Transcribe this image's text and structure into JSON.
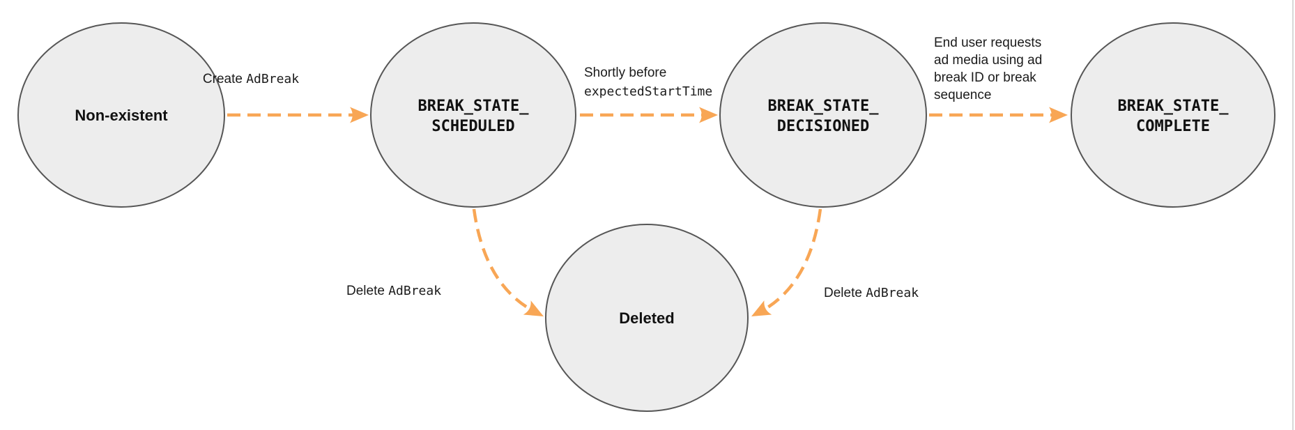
{
  "diagram": {
    "states": {
      "non_existent": {
        "label": "Non-existent"
      },
      "scheduled": {
        "line1": "BREAK_STATE_",
        "line2": "SCHEDULED"
      },
      "decisioned": {
        "line1": "BREAK_STATE_",
        "line2": "DECISIONED"
      },
      "complete": {
        "line1": "BREAK_STATE_",
        "line2": "COMPLETE"
      },
      "deleted": {
        "label": "Deleted"
      }
    },
    "transitions": {
      "create": {
        "prefix": "Create ",
        "code": "AdBreak"
      },
      "before_start": {
        "line1": "Shortly before",
        "code_line": "expectedStartTime"
      },
      "end_user_request": {
        "lines": [
          "End user requests",
          "ad media using ad",
          "break ID or break",
          "sequence"
        ]
      },
      "delete_scheduled": {
        "prefix": "Delete ",
        "code": "AdBreak"
      },
      "delete_decisioned": {
        "prefix": "Delete ",
        "code": "AdBreak"
      }
    },
    "colors": {
      "arrow": "#F8A655",
      "node_fill": "#EDEDED",
      "node_border": "#565656",
      "label_text": "#1B1B1B",
      "node_text": "#111111",
      "divider": "#D8D8D8",
      "background": "#FFFFFF"
    }
  }
}
